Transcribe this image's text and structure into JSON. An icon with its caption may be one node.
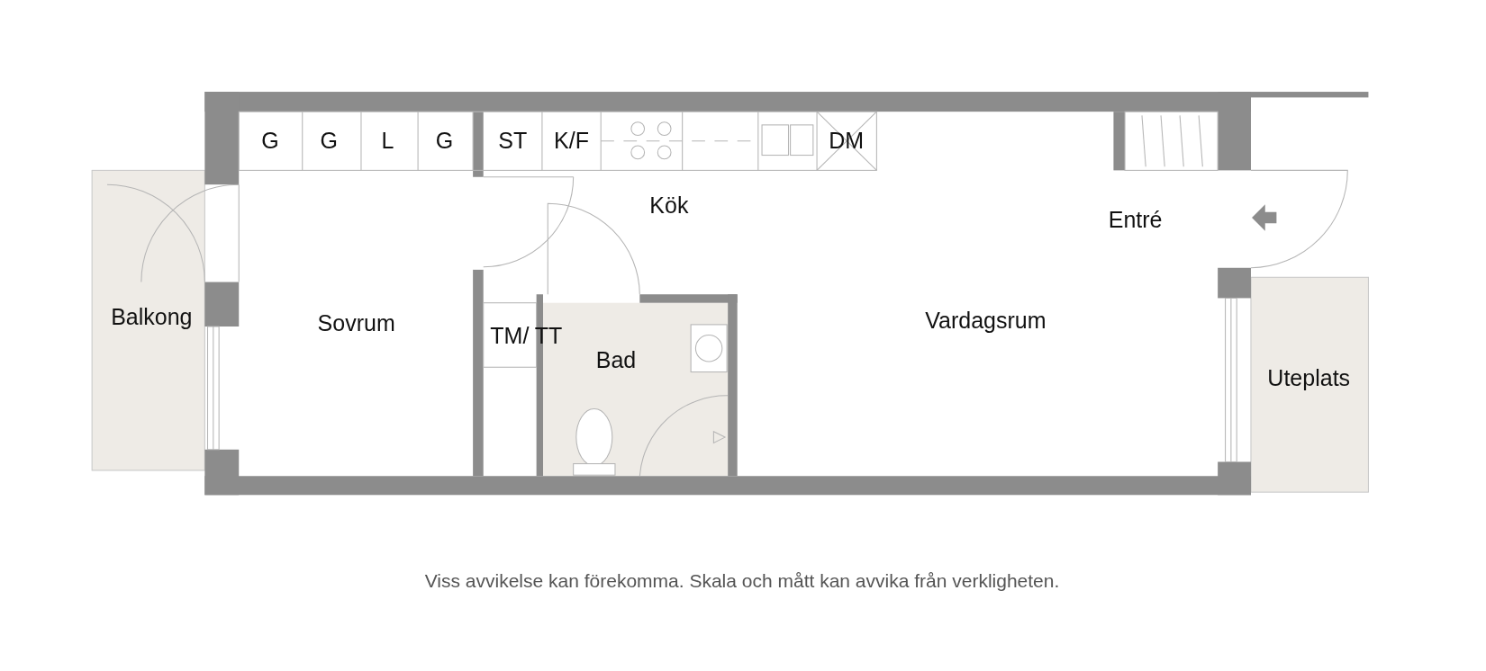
{
  "diagram": {
    "caption": "Viss avvikelse kan förekomma. Skala och mått kan avvika från verkligheten.",
    "labels": [
      "G",
      "G",
      "L",
      "G",
      "ST",
      "K/F",
      "DM",
      "Kök",
      "Entré",
      "Balkong",
      "Sovrum",
      "TM/ TT",
      "Bad",
      "Vardagsrum",
      "Uteplats"
    ]
  }
}
